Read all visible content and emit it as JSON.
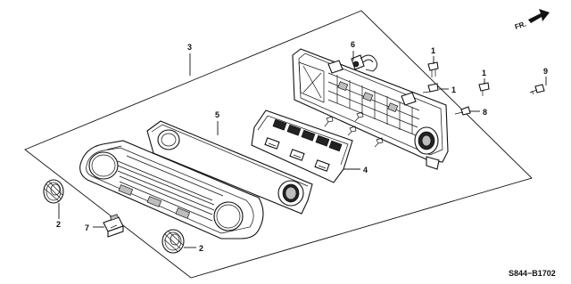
{
  "diagram": {
    "orientation_label": "FR.",
    "diagram_code": "S844−B1702",
    "callouts": {
      "c1a": "1",
      "c1b": "1",
      "c1c": "1",
      "c2a": "2",
      "c2b": "2",
      "c3": "3",
      "c4": "4",
      "c5": "5",
      "c6": "6",
      "c7": "7",
      "c8": "8",
      "c9": "9"
    },
    "icons": [
      "arrow-icon",
      "knob-icon",
      "screw-icon",
      "bulb-icon",
      "button-icon",
      "connector-icon"
    ]
  }
}
